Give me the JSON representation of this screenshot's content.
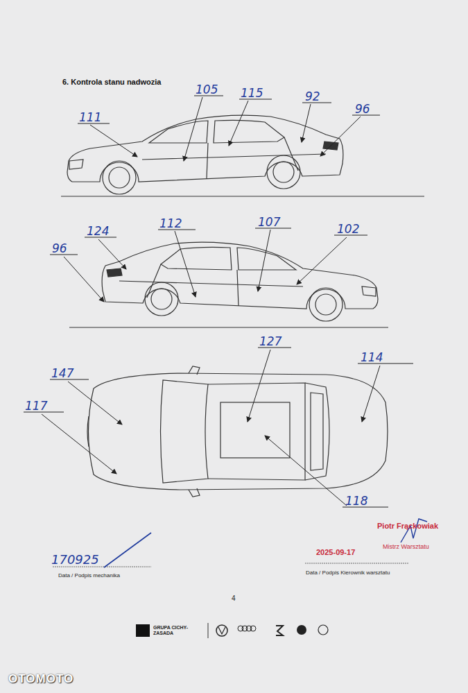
{
  "diagram": {
    "title": "6. Kontrola stanu nadwozia",
    "labels": [
      "111",
      "105",
      "115",
      "92",
      "96",
      "124",
      "112",
      "107",
      "102",
      "96",
      "127",
      "114",
      "147",
      "117",
      "118",
      "170925",
      "Data / Podpis mechanika",
      "Piotr Frąckowiak",
      "2025-09-17",
      "Mistrz Warsztatu",
      "Data / Podpis Kierownik warsztatu",
      "4",
      "GRUPA CICHY-ZASADA",
      "OTOMOTO"
    ]
  }
}
